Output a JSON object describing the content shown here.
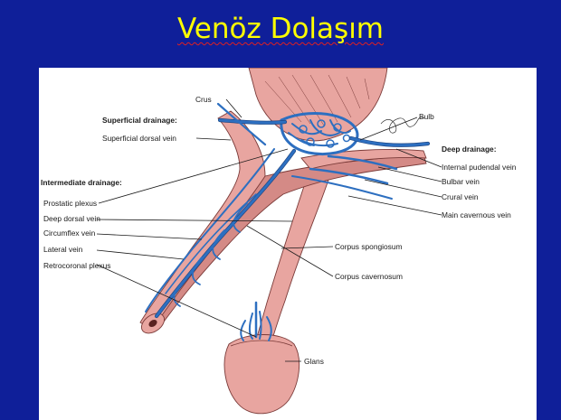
{
  "slide": {
    "title": "Venöz Dolaşım"
  },
  "diagram": {
    "headers": {
      "superficial": "Superficial drainage:",
      "intermediate": "Intermediate drainage:",
      "deep": "Deep drainage:"
    },
    "labels": {
      "crus": "Crus",
      "bulb": "Bulb",
      "superficial_dorsal_vein": "Superficial dorsal vein",
      "prostatic_plexus": "Prostatic plexus",
      "deep_dorsal_vein": "Deep dorsal vein",
      "circumflex_vein": "Circumflex vein",
      "lateral_vein": "Lateral vein",
      "retrocoronal_plexus": "Retrocoronal plexus",
      "internal_pudendal_vein": "Internal pudendal vein",
      "bulbar_vein": "Bulbar vein",
      "crural_vein": "Crural vein",
      "main_cavernous_vein": "Main cavernous vein",
      "corpus_spongiosum": "Corpus spongiosum",
      "corpus_cavernosum": "Corpus cavernosum",
      "glans": "Glans"
    }
  }
}
